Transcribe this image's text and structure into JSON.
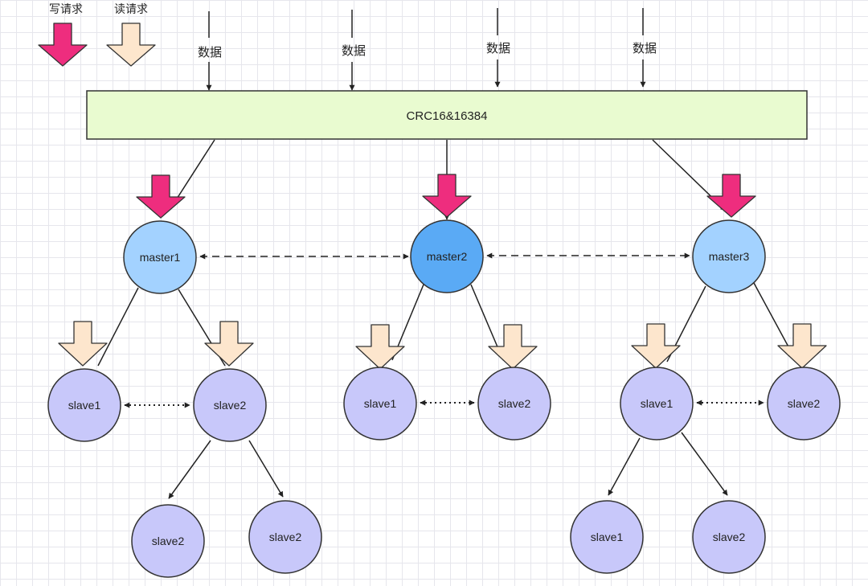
{
  "legend": {
    "write_label": "写请求",
    "read_label": "读请求"
  },
  "inputs": {
    "data_labels": [
      "数据",
      "数据",
      "数据",
      "数据"
    ]
  },
  "router": {
    "label": "CRC16&16384"
  },
  "masters": {
    "m1": "master1",
    "m2": "master2",
    "m3": "master3"
  },
  "slaves": {
    "g1_a": "slave1",
    "g1_b": "slave2",
    "g1_b_child1": "slave2",
    "g1_b_child2": "slave2",
    "g2_a": "slave1",
    "g2_b": "slave2",
    "g3_a": "slave1",
    "g3_b": "slave2",
    "g3_a_child1": "slave1",
    "g3_a_child2": "slave2"
  },
  "colors": {
    "write_arrow": "#ee2d7e",
    "read_arrow": "#fde6cd",
    "router_fill": "#e9fbd0",
    "master_fill": "#a3d2ff",
    "master_active_fill": "#5aaaf5",
    "slave_fill": "#c8c8fa"
  }
}
